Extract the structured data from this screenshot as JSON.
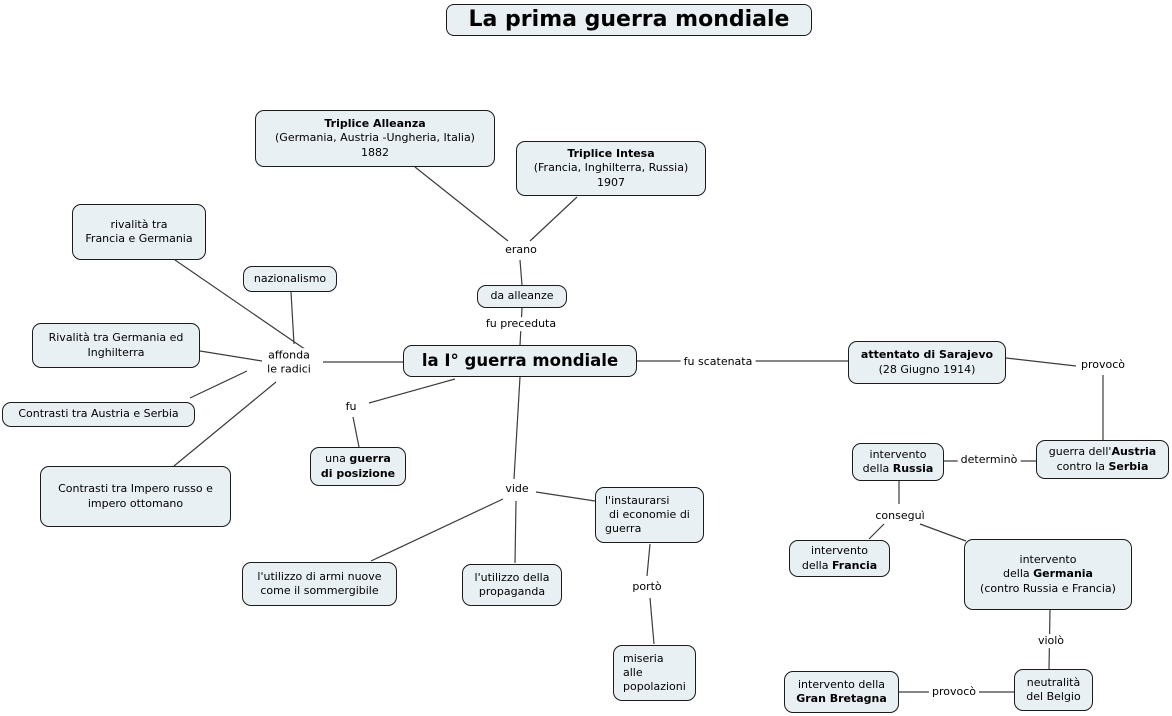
{
  "colors": {
    "node_fill": "#e9f0f3",
    "node_border": "#1b1b1b",
    "connector": "#3c3c3c",
    "text": "#000000",
    "background": "#ffffff"
  },
  "title": {
    "text": "La prima guerra mondiale"
  },
  "nodes": {
    "triplice_alleanza": {
      "l1": "Triplice Alleanza",
      "l2": "(Germania, Austria -Ungheria, Italia)",
      "l3": "1882"
    },
    "triplice_intesa": {
      "l1": "Triplice Intesa",
      "l2": "(Francia, Inghilterra, Russia)",
      "l3": "1907"
    },
    "rivalita_francia_germania": {
      "l1": "rivalità tra",
      "l2": "Francia e Germania"
    },
    "nazionalismo": {
      "l1": "nazionalismo"
    },
    "rivalita_germania_inghilterra": {
      "l1": "Rivalità tra Germania ed",
      "l2": "Inghilterra"
    },
    "contrasti_austria_serbia": {
      "l1": "Contrasti tra Austria e Serbia"
    },
    "contrasti_imperi": {
      "l1": "Contrasti tra Impero russo e",
      "l2": "impero ottomano"
    },
    "guerra_mondiale": {
      "l1": "la I° guerra mondiale"
    },
    "da_alleanze": {
      "l1": "da alleanze"
    },
    "attentato_sarajevo": {
      "l1": "attentato di Sarajevo",
      "l2": "(28 Giugno 1914)"
    },
    "guerra_austria_serbia": {
      "l1_pre": "guerra dell'",
      "l1_bold": "Austria",
      "l2_pre": "contro la ",
      "l2_bold": "Serbia"
    },
    "intervento_russia": {
      "l1": "intervento",
      "l2_pre": "della ",
      "l2_bold": "Russia"
    },
    "intervento_francia": {
      "l1": "intervento",
      "l2_pre": "della ",
      "l2_bold": "Francia"
    },
    "intervento_germania": {
      "l1": "intervento",
      "l2_pre": "della ",
      "l2_bold": "Germania",
      "l3": "(contro Russia e Francia)"
    },
    "intervento_gran_bretagna": {
      "l1": "intervento della",
      "l2_bold": "Gran Bretagna"
    },
    "neutralita_belgio": {
      "l1": "neutralità",
      "l2": "del Belgio"
    },
    "guerra_di_posizione": {
      "l1_pre": "una ",
      "l1_bold": "guerra",
      "l2_bold": "di posizione"
    },
    "armi_nuove": {
      "l1": "l'utilizzo di armi nuove",
      "l2": "come il sommergibile"
    },
    "propaganda": {
      "l1": "l'utilizzo della",
      "l2": "propaganda"
    },
    "economie_di_guerra": {
      "l1": "l'instaurarsi",
      "l2": "di economie di",
      "l3": "guerra"
    },
    "miseria": {
      "l1": "miseria",
      "l2": "alle",
      "l3": "popolazioni"
    }
  },
  "edge_labels": {
    "erano": "erano",
    "fu_preceduta": "fu preceduta",
    "affonda_1": "affonda",
    "affonda_2": "le radici",
    "fu_scatenata": "fu scatenata",
    "provoco_sarajevo": "provocò",
    "determino": "determinò",
    "consegui": "conseguì",
    "violo": "violò",
    "provoco_belgio": "provocò",
    "fu": "fu",
    "vide": "vide",
    "porto": "portò"
  }
}
